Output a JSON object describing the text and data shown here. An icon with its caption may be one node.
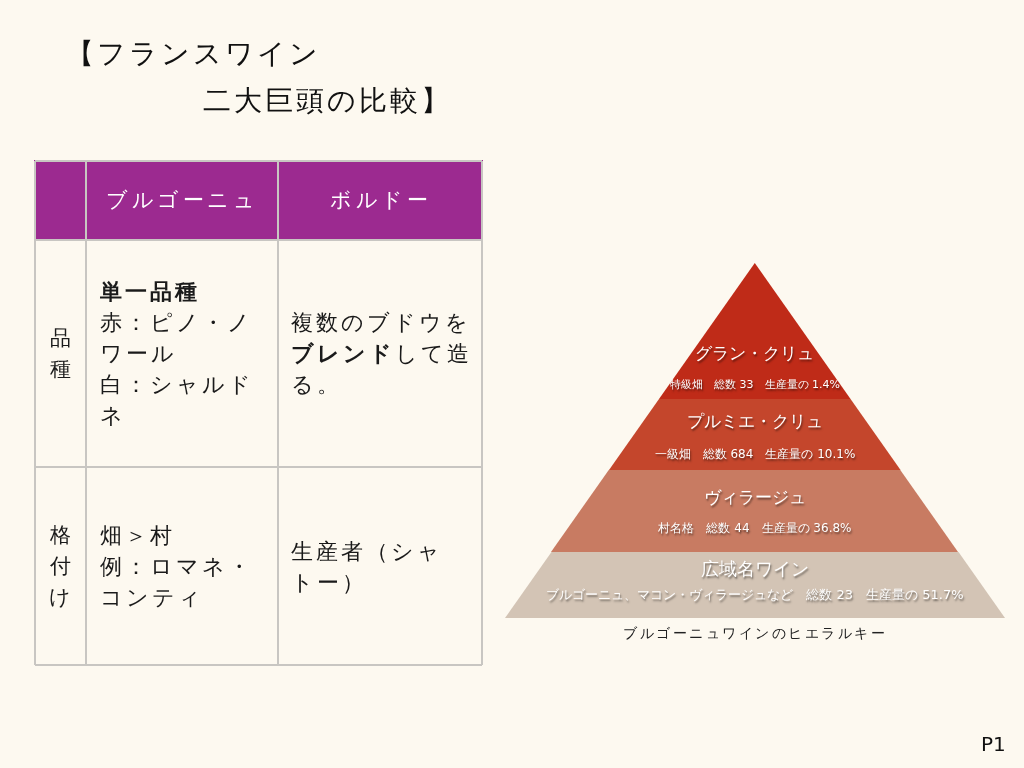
{
  "diagram": {
    "title": "【フランスワイン二大巨頭の比較】",
    "caption": "ブルゴーニュワインのヒエラルキー",
    "nodes": [
      {
        "text": [
          "グラン・クリュ",
          "特級畑　総数 33　生産量の 1.4%"
        ]
      },
      {
        "text": [
          "プルミエ・クリュ",
          "一級畑　総数 684　生産量の 10.1%"
        ]
      },
      {
        "text": [
          "ヴィラージュ",
          "村名格　総数 44　生産量の 36.8%"
        ]
      },
      {
        "text": [
          "広域名ワイン",
          "ブルゴーニュ、マコン・ヴィラージュなど　総数 23　生産量の 51.7%"
        ]
      }
    ],
    "labels": [
      "ブルゴーニュ",
      "ボルドー",
      "品種",
      "単一品種",
      "赤：ピノ・ノワール",
      "白：シャルドネ",
      "複数のブドウを**ブレンド**して造る。",
      "格付け",
      "畑＞村",
      "例：ロマネ・コンティ",
      "生産者（シャトー）",
      "P1"
    ]
  }
}
